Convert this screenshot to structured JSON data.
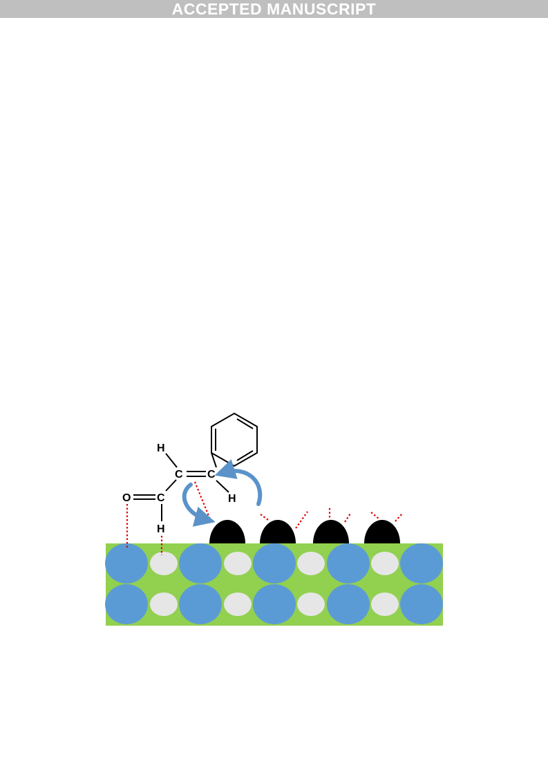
{
  "banner": {
    "text": "ACCEPTED MANUSCRIPT"
  },
  "molecule": {
    "atoms": {
      "o": "O",
      "c_carbonyl": "C",
      "h_carbonyl": "H",
      "c_alpha": "C",
      "h_alpha": "H",
      "c_beta": "C",
      "h_beta": "H"
    }
  },
  "colors": {
    "support": "#92d050",
    "large_atom": "#5b9bd5",
    "small_atom": "#e6e6e6",
    "metal_particle": "#000000",
    "interaction": "#e00000",
    "arrow": "#5b93c9",
    "banner_bg": "#bfbfbf"
  }
}
